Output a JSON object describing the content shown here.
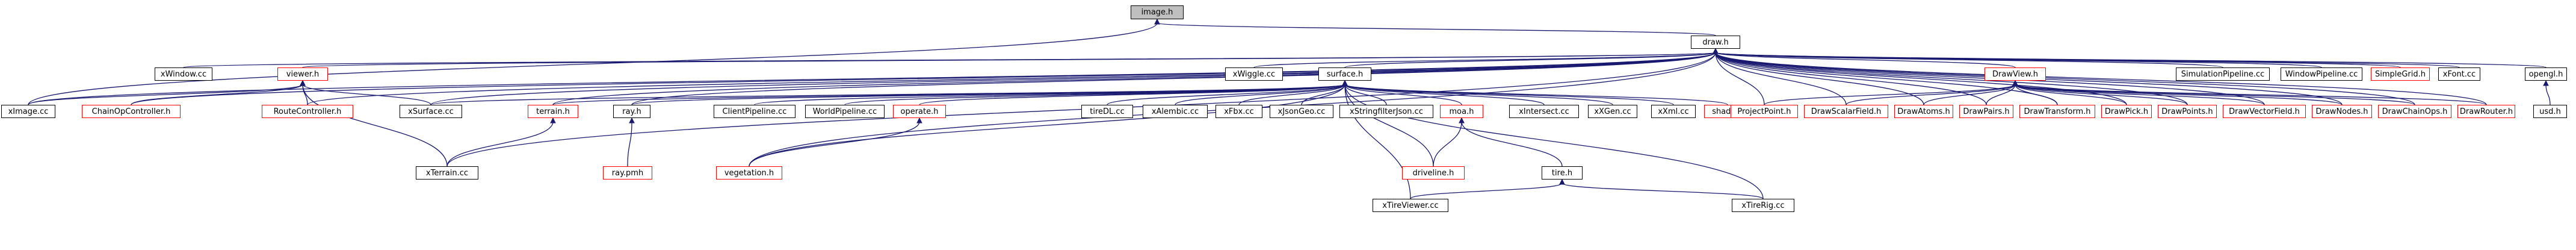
{
  "colors": {
    "edge": "#191970",
    "border_normal": "#000000",
    "border_red": "#ff0000",
    "current_fill": "#bfbfbf"
  },
  "nodes": {
    "image_h": "image.h",
    "draw_h": "draw.h",
    "xImage_cc": "xImage.cc",
    "xWindow_cc": "xWindow.cc",
    "viewer_h": "viewer.h",
    "ChainOpController_h": "ChainOpController.h",
    "RouteController_h": "RouteController.h",
    "xSurface_cc": "xSurface.cc",
    "xWiggle_cc": "xWiggle.cc",
    "surface_h": "surface.h",
    "terrain_h": "terrain.h",
    "ray_h": "ray.h",
    "ClientPipeline_cc": "ClientPipeline.cc",
    "WorldPipeline_cc": "WorldPipeline.cc",
    "operate_h": "operate.h",
    "tireDL_cc": "tireDL.cc",
    "xAlembic_cc": "xAlembic.cc",
    "xFbx_cc": "xFbx.cc",
    "xJsonGeo_cc": "xJsonGeo.cc",
    "xStringfilterJson_cc": "xStringfilterJson.cc",
    "moa_h": "moa.h",
    "xIntersect_cc": "xIntersect.cc",
    "xXGen_cc": "xXGen.cc",
    "xXml_cc": "xXml.cc",
    "shade_h": "shade.h",
    "xTerrain_cc": "xTerrain.cc",
    "ray_pmh": "ray.pmh",
    "vegetation_h": "vegetation.h",
    "driveline_h": "driveline.h",
    "tire_h": "tire.h",
    "xTireViewer_cc": "xTireViewer.cc",
    "xTireRig_cc": "xTireRig.cc",
    "DrawView_h": "DrawView.h",
    "SimulationPipeline_cc": "SimulationPipeline.cc",
    "WindowPipeline_cc": "WindowPipeline.cc",
    "SimpleGrid_h": "SimpleGrid.h",
    "xFont_cc": "xFont.cc",
    "opengl_h": "opengl.h",
    "ProjectPoint_h": "ProjectPoint.h",
    "DrawScalarField_h": "DrawScalarField.h",
    "DrawAtoms_h": "DrawAtoms.h",
    "DrawPairs_h": "DrawPairs.h",
    "DrawTransform_h": "DrawTransform.h",
    "DrawPick_h": "DrawPick.h",
    "DrawPoints_h": "DrawPoints.h",
    "DrawVectorField_h": "DrawVectorField.h",
    "DrawNodes_h": "DrawNodes.h",
    "DrawChainOps_h": "DrawChainOps.h",
    "DrawRouter_h": "DrawRouter.h",
    "usd_h": "usd.h"
  }
}
